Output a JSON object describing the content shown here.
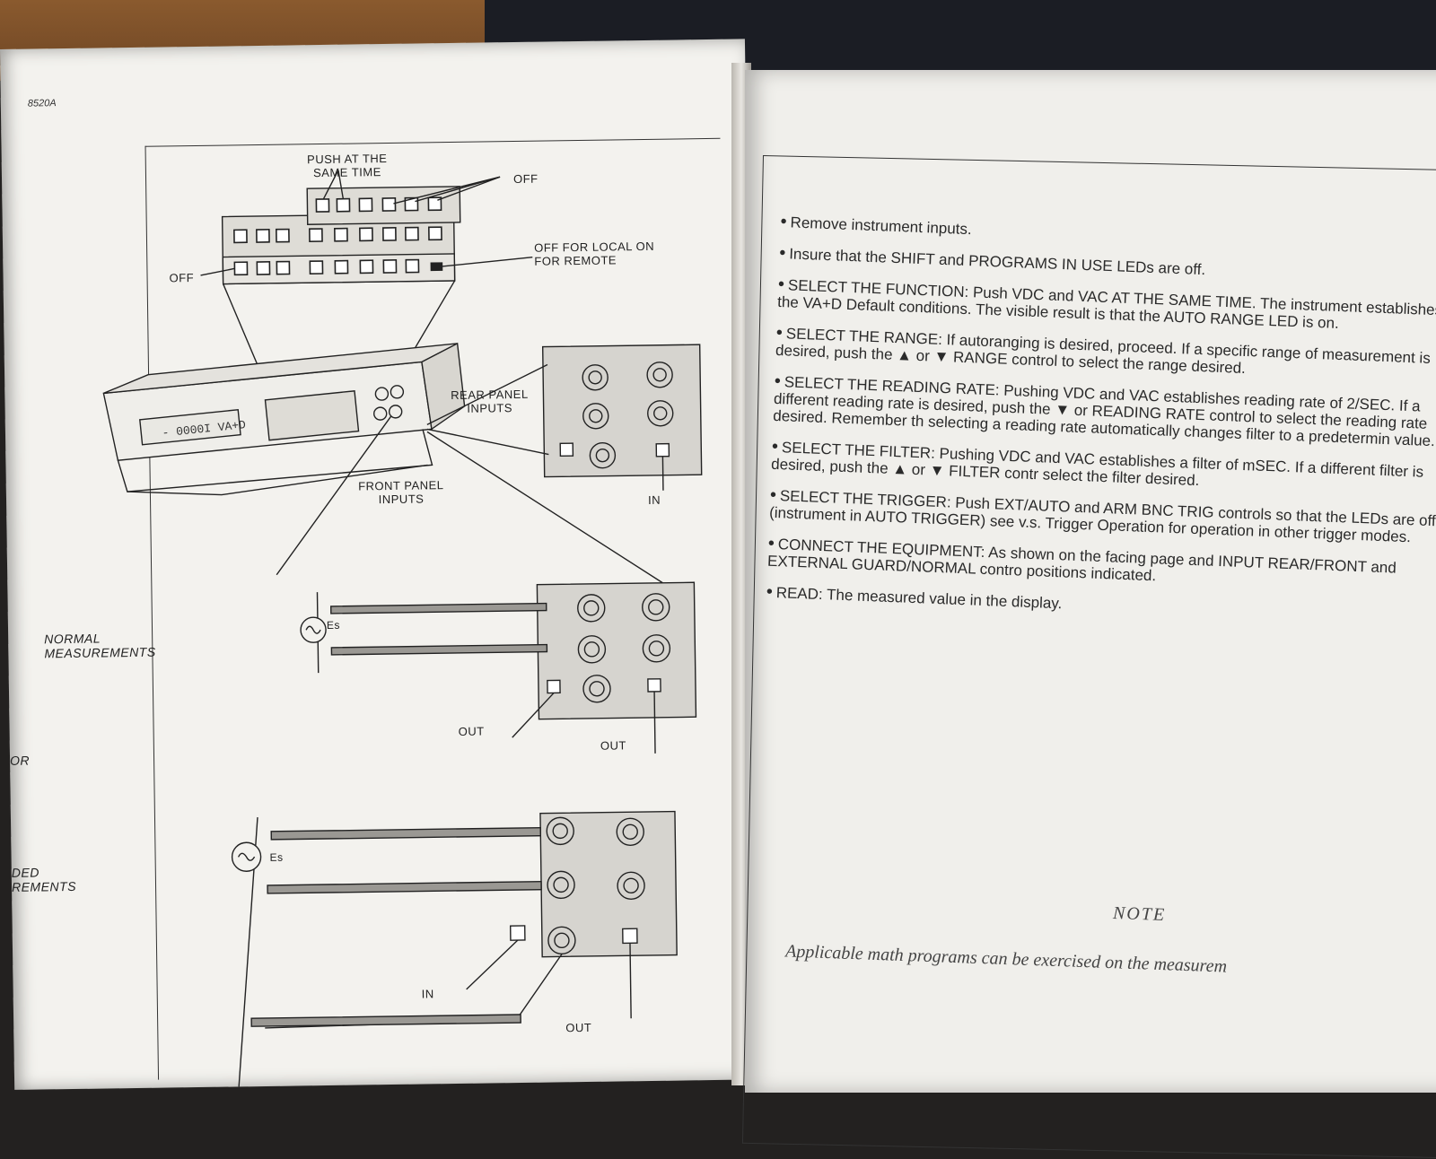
{
  "left_page": {
    "model_number": "8520A",
    "labels": {
      "push_at_same_time": "PUSH AT THE SAME TIME",
      "off_top": "OFF",
      "off_local_remote": "OFF FOR LOCAL ON FOR REMOTE",
      "off_left": "OFF",
      "rear_panel_inputs": "REAR PANEL INPUTS",
      "front_panel_inputs": "FRONT PANEL INPUTS",
      "in_rear": "IN",
      "es_top": "Es",
      "out_left": "OUT",
      "out_right": "OUT",
      "es_bottom": "Es",
      "in_bottom": "IN",
      "out_bottom": "OUT"
    },
    "display_readout": "- 0000I VA+D",
    "side_labels": {
      "normal_measurements": "NORMAL MEASUREMENTS",
      "or": "OR",
      "guarded_measurements": "DED REMENTS"
    }
  },
  "right_page": {
    "bullets": [
      "Remove instrument inputs.",
      "Insure that the SHIFT and PROGRAMS IN USE LEDs are off.",
      "SELECT THE FUNCTION: Push VDC and VAC AT THE SAME TIME. The instrument establishes the VA+D Default conditions. The visible result is that the AUTO RANGE LED is on.",
      "SELECT THE RANGE: If autoranging is desired, proceed. If a specific range of measurement is desired, push the ▲ or ▼ RANGE control to select the range desired.",
      "SELECT THE READING RATE: Pushing VDC and VAC establishes reading rate of 2/SEC. If a different reading rate is desired, push the ▼ or READING RATE control to select the reading rate desired. Remember th selecting a reading rate automatically changes filter to a predetermin value.",
      "SELECT THE FILTER: Pushing VDC and VAC establishes a filter of mSEC. If a different filter is desired, push the ▲ or ▼ FILTER contr select the filter desired.",
      "SELECT THE TRIGGER: Push EXT/AUTO and ARM BNC TRIG controls so that the LEDs are off (instrument in AUTO TRIGGER) see v.s. Trigger Operation for operation in other trigger modes.",
      "CONNECT THE EQUIPMENT: As shown on the facing page and INPUT REAR/FRONT and EXTERNAL GUARD/NORMAL contro positions indicated.",
      "READ: The measured value in the display."
    ],
    "note_title": "NOTE",
    "note_text": "Applicable math programs can be exercised on the measurem"
  }
}
